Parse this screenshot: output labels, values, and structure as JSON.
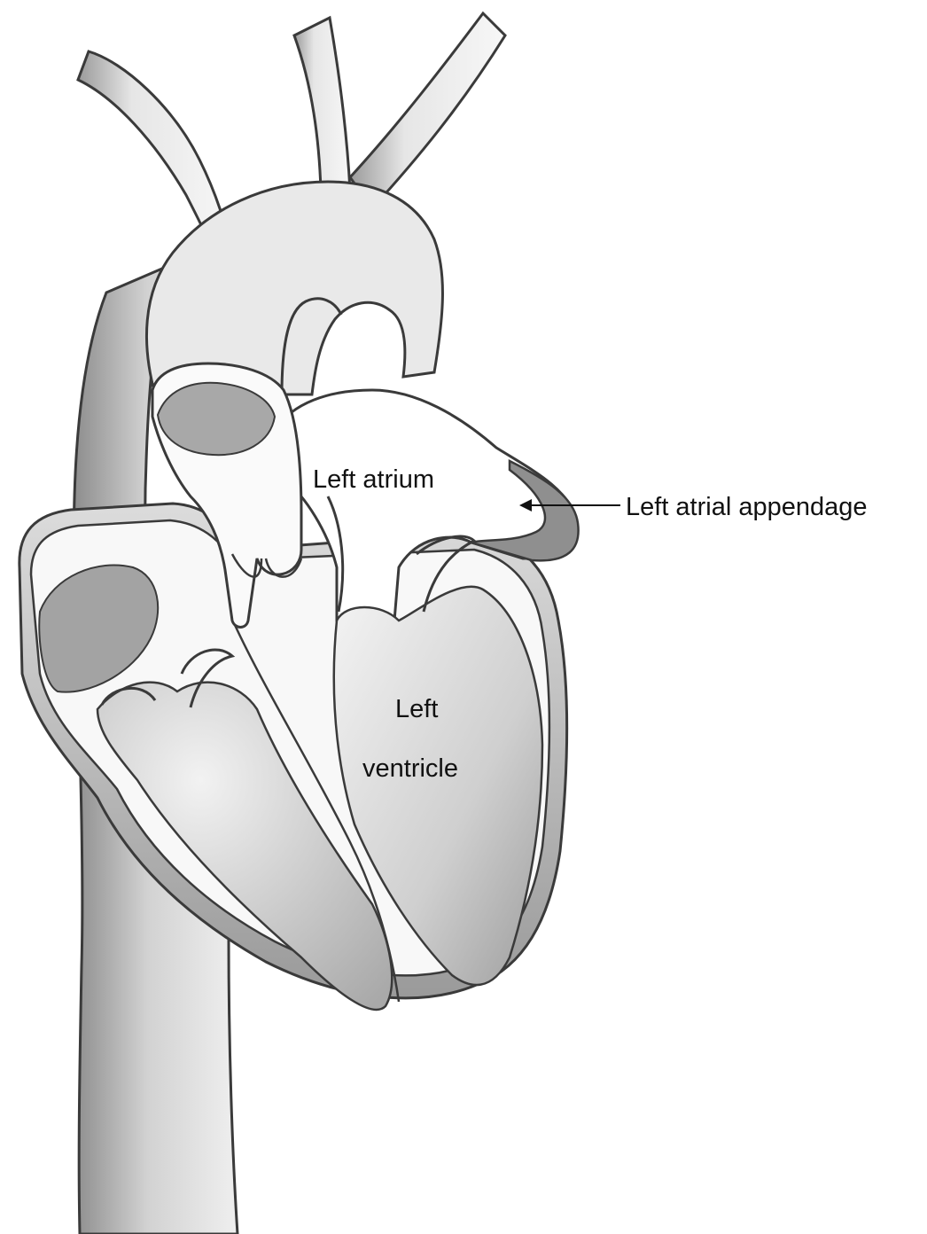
{
  "diagram": {
    "labels": {
      "left_atrium": "Left atrium",
      "left_atrial_appendage": "Left atrial appendage",
      "left_ventricle_line1": "Left",
      "left_ventricle_line2": "ventricle"
    },
    "colors": {
      "outline": "#3a3a3a",
      "shade": "#b9b9b9",
      "background": "#ffffff"
    }
  }
}
